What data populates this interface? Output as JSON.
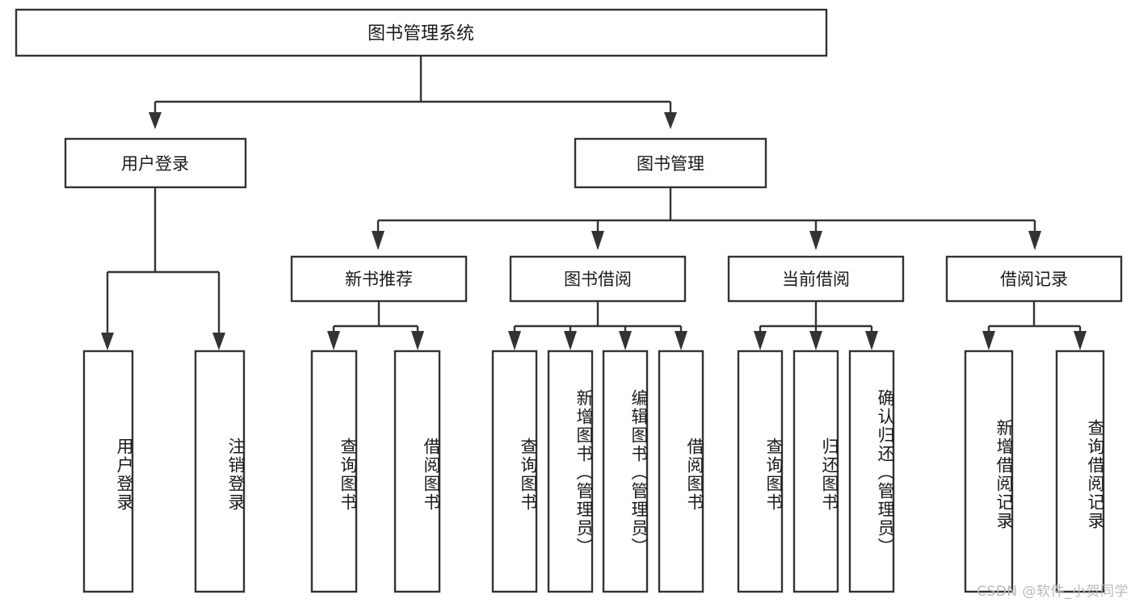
{
  "diagram": {
    "title": "图书管理系统",
    "type": "tree",
    "background_color": "#ffffff",
    "line_color": "#333333",
    "box_fill": "#ffffff",
    "text_color": "#1a1a1a"
  },
  "root": {
    "label": "图书管理系统"
  },
  "level2": [
    {
      "id": "user-login",
      "label": "用户登录"
    },
    {
      "id": "book-manage",
      "label": "图书管理"
    }
  ],
  "level3": [
    {
      "id": "new-book-recommend",
      "label": "新书推荐",
      "parent": "book-manage"
    },
    {
      "id": "book-borrow",
      "label": "图书借阅",
      "parent": "book-manage"
    },
    {
      "id": "current-borrow",
      "label": "当前借阅",
      "parent": "book-manage"
    },
    {
      "id": "borrow-record",
      "label": "借阅记录",
      "parent": "book-manage"
    }
  ],
  "leaves": {
    "user-login": [
      {
        "id": "leaf-user-login",
        "label": "用户登录"
      },
      {
        "id": "leaf-user-logout",
        "label": "注销登录"
      }
    ],
    "new-book-recommend": [
      {
        "id": "leaf-query-book-1",
        "label": "查询图书"
      },
      {
        "id": "leaf-borrow-book-1",
        "label": "借阅图书"
      }
    ],
    "book-borrow": [
      {
        "id": "leaf-query-book-2",
        "label": "查询图书"
      },
      {
        "id": "leaf-add-book",
        "label": "新增图书（管理员）"
      },
      {
        "id": "leaf-edit-book",
        "label": "编辑图书（管理员）"
      },
      {
        "id": "leaf-borrow-book-2",
        "label": "借阅图书"
      }
    ],
    "current-borrow": [
      {
        "id": "leaf-query-book-3",
        "label": "查询图书"
      },
      {
        "id": "leaf-return-book",
        "label": "归还图书"
      },
      {
        "id": "leaf-confirm-return",
        "label": "确认归还（管理员）"
      }
    ],
    "borrow-record": [
      {
        "id": "leaf-add-record",
        "label": "新增借阅记录"
      },
      {
        "id": "leaf-query-record",
        "label": "查询借阅记录"
      }
    ]
  },
  "watermark": {
    "text": "CSDN @软件_小贺同学"
  }
}
